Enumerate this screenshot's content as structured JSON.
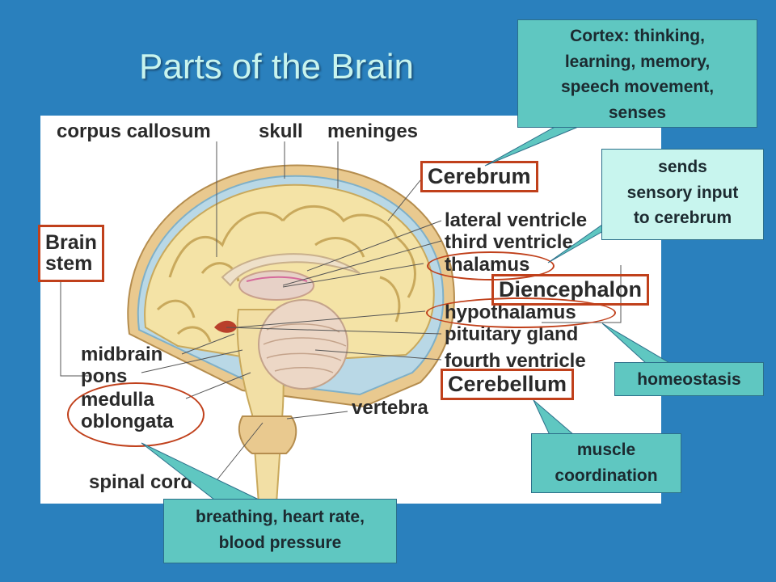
{
  "title": "Parts of the Brain",
  "labels": {
    "corpus_callosum": "corpus callosum",
    "skull": "skull",
    "meninges": "meninges",
    "lateral_ventricle": "lateral ventricle",
    "third_ventricle": "third ventricle",
    "thalamus": "thalamus",
    "hypothalamus": "hypothalamus",
    "pituitary_gland": "pituitary gland",
    "fourth_ventricle": "fourth ventricle",
    "midbrain": "midbrain",
    "pons": "pons",
    "medulla": "medulla",
    "oblongata": "oblongata",
    "vertebra": "vertebra",
    "spinal_cord": "spinal cord"
  },
  "boxed": {
    "cerebrum": "Cerebrum",
    "brain_stem_1": "Brain",
    "brain_stem_2": "stem",
    "diencephalon": "Diencephalon",
    "cerebellum": "Cerebellum"
  },
  "callouts": {
    "cortex": "Cortex: thinking,\nlearning, memory,\nspeech movement,\nsenses",
    "thalamus": "sends\nsensory input\nto cerebrum",
    "hypothalamus": "homeostasis",
    "cerebellum": "muscle\ncoordination",
    "medulla": "breathing, heart rate,\nblood pressure"
  },
  "colors": {
    "background": "#2a80bd",
    "callout_fill": "#5fc7c1",
    "highlight": "#c0401b",
    "title": "#c8f4ee"
  }
}
